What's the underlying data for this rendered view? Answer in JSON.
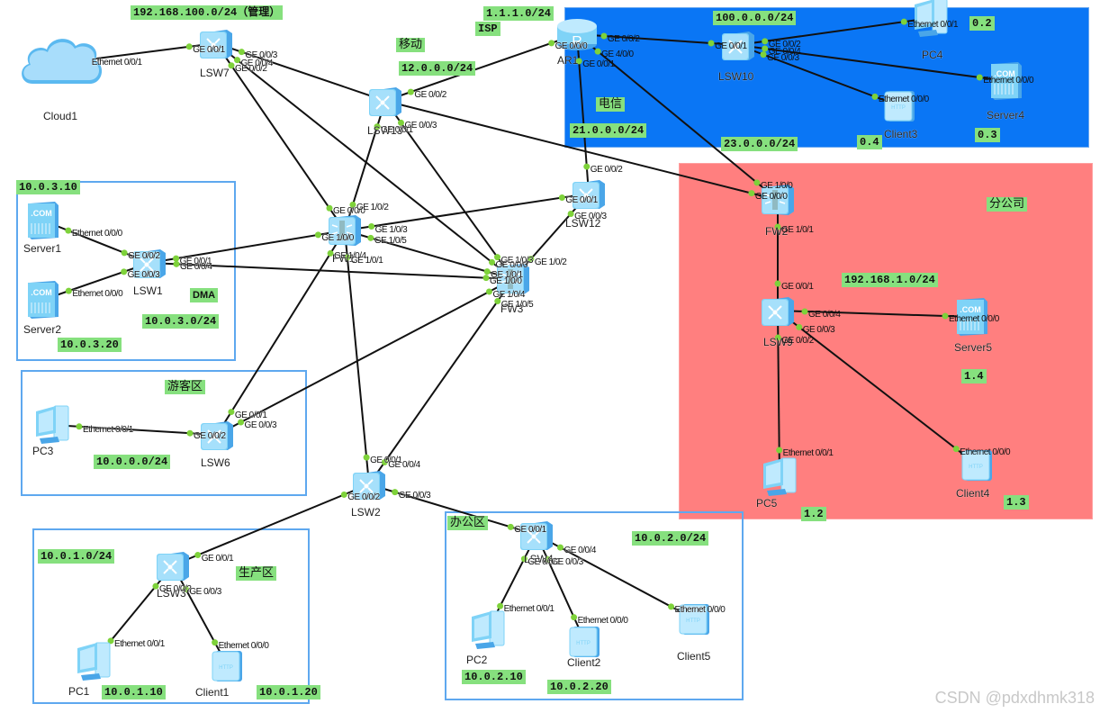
{
  "diagram": {
    "type": "network-topology",
    "zones": [
      {
        "id": "telecom",
        "label": "电信",
        "color": "#0a76f5"
      },
      {
        "id": "branch",
        "label": "分公司",
        "color": "#ff7f7f"
      },
      {
        "id": "dmz",
        "label": "DMA"
      },
      {
        "id": "guest",
        "label": "游客区"
      },
      {
        "id": "production",
        "label": "生产区"
      },
      {
        "id": "office",
        "label": "办公区"
      }
    ],
    "tags": {
      "mgmt_net": "192.168.100.0/24（管理）",
      "isp_net": "1.1.1.0/24",
      "isp": "ISP",
      "mobile": "移动",
      "mobile_net": "12.0.0.0/24",
      "telecom_lan": "100.0.0.0/24",
      "telecom": "电信",
      "telecom_net": "21.0.0.0/24",
      "branch_wan": "23.0.0.0/24",
      "pc4_ip": "0.2",
      "client3_ip": "0.4",
      "server4_ip": "0.3",
      "branch": "分公司",
      "branch_lan": "192.168.1.0/24",
      "server5_ip": "1.4",
      "pc5_ip": "1.2",
      "client4_ip": "1.3",
      "server1_ip": "10.0.3.10",
      "dmz": "DMA",
      "dmz_net": "10.0.3.0/24",
      "server2_ip": "10.0.3.20",
      "guest": "游客区",
      "guest_net": "10.0.0.0/24",
      "prod_net": "10.0.1.0/24",
      "production": "生产区",
      "pc1_ip": "10.0.1.10",
      "client1_ip": "10.0.1.20",
      "office": "办公区",
      "office_net": "10.0.2.0/24",
      "pc2_ip": "10.0.2.10",
      "client2_ip": "10.0.2.20"
    },
    "nodes": [
      {
        "id": "cloud1",
        "label": "Cloud1",
        "kind": "cloud"
      },
      {
        "id": "lsw7",
        "label": "LSW7",
        "kind": "switch"
      },
      {
        "id": "lsw13",
        "label": "LSW13",
        "kind": "switch"
      },
      {
        "id": "ar1",
        "label": "AR1",
        "kind": "router"
      },
      {
        "id": "lsw10",
        "label": "LSW10",
        "kind": "switch"
      },
      {
        "id": "pc4",
        "label": "PC4",
        "kind": "pc"
      },
      {
        "id": "server4",
        "label": "Server4",
        "kind": "server"
      },
      {
        "id": "client3",
        "label": "Client3",
        "kind": "client"
      },
      {
        "id": "lsw12",
        "label": "LSW12",
        "kind": "switch"
      },
      {
        "id": "fw1",
        "label": "FW1",
        "kind": "firewall"
      },
      {
        "id": "fw3",
        "label": "FW3",
        "kind": "firewall"
      },
      {
        "id": "fw2",
        "label": "FW2",
        "kind": "firewall"
      },
      {
        "id": "lsw9",
        "label": "LSW9",
        "kind": "switch"
      },
      {
        "id": "server5",
        "label": "Server5",
        "kind": "server"
      },
      {
        "id": "pc5",
        "label": "PC5",
        "kind": "pc"
      },
      {
        "id": "client4",
        "label": "Client4",
        "kind": "client"
      },
      {
        "id": "lsw1",
        "label": "LSW1",
        "kind": "switch"
      },
      {
        "id": "server1",
        "label": "Server1",
        "kind": "server"
      },
      {
        "id": "server2",
        "label": "Server2",
        "kind": "server"
      },
      {
        "id": "lsw6",
        "label": "LSW6",
        "kind": "switch"
      },
      {
        "id": "pc3",
        "label": "PC3",
        "kind": "pc"
      },
      {
        "id": "lsw2",
        "label": "LSW2",
        "kind": "switch"
      },
      {
        "id": "lsw3",
        "label": "LSW3",
        "kind": "switch"
      },
      {
        "id": "pc1",
        "label": "PC1",
        "kind": "pc"
      },
      {
        "id": "client1",
        "label": "Client1",
        "kind": "client"
      },
      {
        "id": "lsw4",
        "label": "LSW4",
        "kind": "switch"
      },
      {
        "id": "pc2",
        "label": "PC2",
        "kind": "pc"
      },
      {
        "id": "client2",
        "label": "Client2",
        "kind": "client"
      },
      {
        "id": "client5",
        "label": "Client5",
        "kind": "client"
      }
    ],
    "links": [
      {
        "a": "cloud1",
        "a_port": "Ethernet 0/0/1",
        "b": "lsw7",
        "b_port": "GE 0/0/1"
      },
      {
        "a": "lsw7",
        "a_port": "GE 0/0/3",
        "b": "lsw13",
        "b_port": ""
      },
      {
        "a": "lsw7",
        "a_port": "GE 0/0/2",
        "b": "fw1",
        "b_port": "GE 0/0/0"
      },
      {
        "a": "lsw7",
        "a_port": "GE 0/0/4",
        "b": "fw3",
        "b_port": "GE 0/0/0"
      },
      {
        "a": "lsw13",
        "a_port": "GE 0/0/2",
        "b": "ar1",
        "b_port": "GE 0/0/0"
      },
      {
        "a": "lsw13",
        "a_port": "GE 0/0/1",
        "b": "fw1",
        "b_port": "GE 1/0/2"
      },
      {
        "a": "lsw13",
        "a_port": "GE 0/0/3",
        "b": "fw3",
        "b_port": "GE 1/0/3"
      },
      {
        "a": "lsw13",
        "a_port": "",
        "b": "fw2",
        "b_port": "GE 0/0/0"
      },
      {
        "a": "ar1",
        "a_port": "GE 0/0/2",
        "b": "lsw10",
        "b_port": "GE 0/0/1"
      },
      {
        "a": "ar1",
        "a_port": "GE 0/0/1",
        "b": "lsw12",
        "b_port": "GE 0/0/2"
      },
      {
        "a": "ar1",
        "a_port": "GE 4/0/0",
        "b": "fw2",
        "b_port": "GE 1/0/0"
      },
      {
        "a": "lsw10",
        "a_port": "GE 0/0/2",
        "b": "pc4",
        "b_port": "Ethernet 0/0/1"
      },
      {
        "a": "lsw10",
        "a_port": "GE 0/0/4",
        "b": "server4",
        "b_port": "Ethernet 0/0/0"
      },
      {
        "a": "lsw10",
        "a_port": "GE 0/0/3",
        "b": "client3",
        "b_port": "Ethernet 0/0/0"
      },
      {
        "a": "lsw12",
        "a_port": "GE 0/0/1",
        "b": "fw1",
        "b_port": "GE 1/0/3"
      },
      {
        "a": "lsw12",
        "a_port": "GE 0/0/3",
        "b": "fw3",
        "b_port": "GE 1/0/2"
      },
      {
        "a": "fw1",
        "a_port": "GE 1/0/5",
        "b": "fw3",
        "b_port": "GE 1/0/1"
      },
      {
        "a": "fw1",
        "a_port": "GE 1/0/0",
        "b": "lsw1",
        "b_port": "GE 0/0/1"
      },
      {
        "a": "lsw1",
        "a_port": "GE 0/0/4",
        "b": "fw3",
        "b_port": "GE 1/0/0"
      },
      {
        "a": "fw1",
        "a_port": "GE 1/0/4",
        "b": "lsw6",
        "b_port": "GE 0/0/1"
      },
      {
        "a": "fw1",
        "a_port": "GE 1/0/1",
        "b": "lsw2",
        "b_port": "GE 0/0/1"
      },
      {
        "a": "fw3",
        "a_port": "GE 1/0/4",
        "b": "lsw6",
        "b_port": "GE 0/0/3"
      },
      {
        "a": "fw3",
        "a_port": "GE 1/0/5",
        "b": "lsw2",
        "b_port": "GE 0/0/4"
      },
      {
        "a": "fw2",
        "a_port": "GE 1/0/1",
        "b": "lsw9",
        "b_port": "GE 0/0/1"
      },
      {
        "a": "lsw9",
        "a_port": "GE 0/0/4",
        "b": "server5",
        "b_port": "Ethernet 0/0/0"
      },
      {
        "a": "lsw9",
        "a_port": "GE 0/0/3",
        "b": "client4",
        "b_port": "Ethernet 0/0/0"
      },
      {
        "a": "lsw9",
        "a_port": "GE 0/0/2",
        "b": "pc5",
        "b_port": "Ethernet 0/0/1"
      },
      {
        "a": "lsw1",
        "a_port": "GE 0/0/2",
        "b": "server1",
        "b_port": "Ethernet 0/0/0"
      },
      {
        "a": "lsw1",
        "a_port": "GE 0/0/3",
        "b": "server2",
        "b_port": "Ethernet 0/0/0"
      },
      {
        "a": "lsw6",
        "a_port": "GE 0/0/2",
        "b": "pc3",
        "b_port": "Ethernet 0/0/1"
      },
      {
        "a": "lsw2",
        "a_port": "GE 0/0/2",
        "b": "lsw3",
        "b_port": "GE 0/0/1"
      },
      {
        "a": "lsw2",
        "a_port": "GE 0/0/3",
        "b": "lsw4",
        "b_port": "GE 0/0/1"
      },
      {
        "a": "lsw3",
        "a_port": "GE 0/0/2",
        "b": "pc1",
        "b_port": "Ethernet 0/0/1"
      },
      {
        "a": "lsw3",
        "a_port": "GE 0/0/3",
        "b": "client1",
        "b_port": "Ethernet 0/0/0"
      },
      {
        "a": "lsw4",
        "a_port": "GE 0/0/2",
        "b": "pc2",
        "b_port": "Ethernet 0/0/1"
      },
      {
        "a": "lsw4",
        "a_port": "GE 0/0/3",
        "b": "client2",
        "b_port": "Ethernet 0/0/0"
      },
      {
        "a": "lsw4",
        "a_port": "GE 0/0/4",
        "b": "client5",
        "b_port": "Ethernet 0/0/0"
      }
    ]
  },
  "colors": {
    "link": "#111111",
    "port_dot": "#7ed23a",
    "tag_bg": "#86e07e",
    "device_light": "#bfeafe",
    "device_mid": "#7fd3f7",
    "device_dark": "#4aa6e8",
    "zone_outline": "#5ea8ef"
  },
  "watermark": "CSDN @pdxdhmk318"
}
